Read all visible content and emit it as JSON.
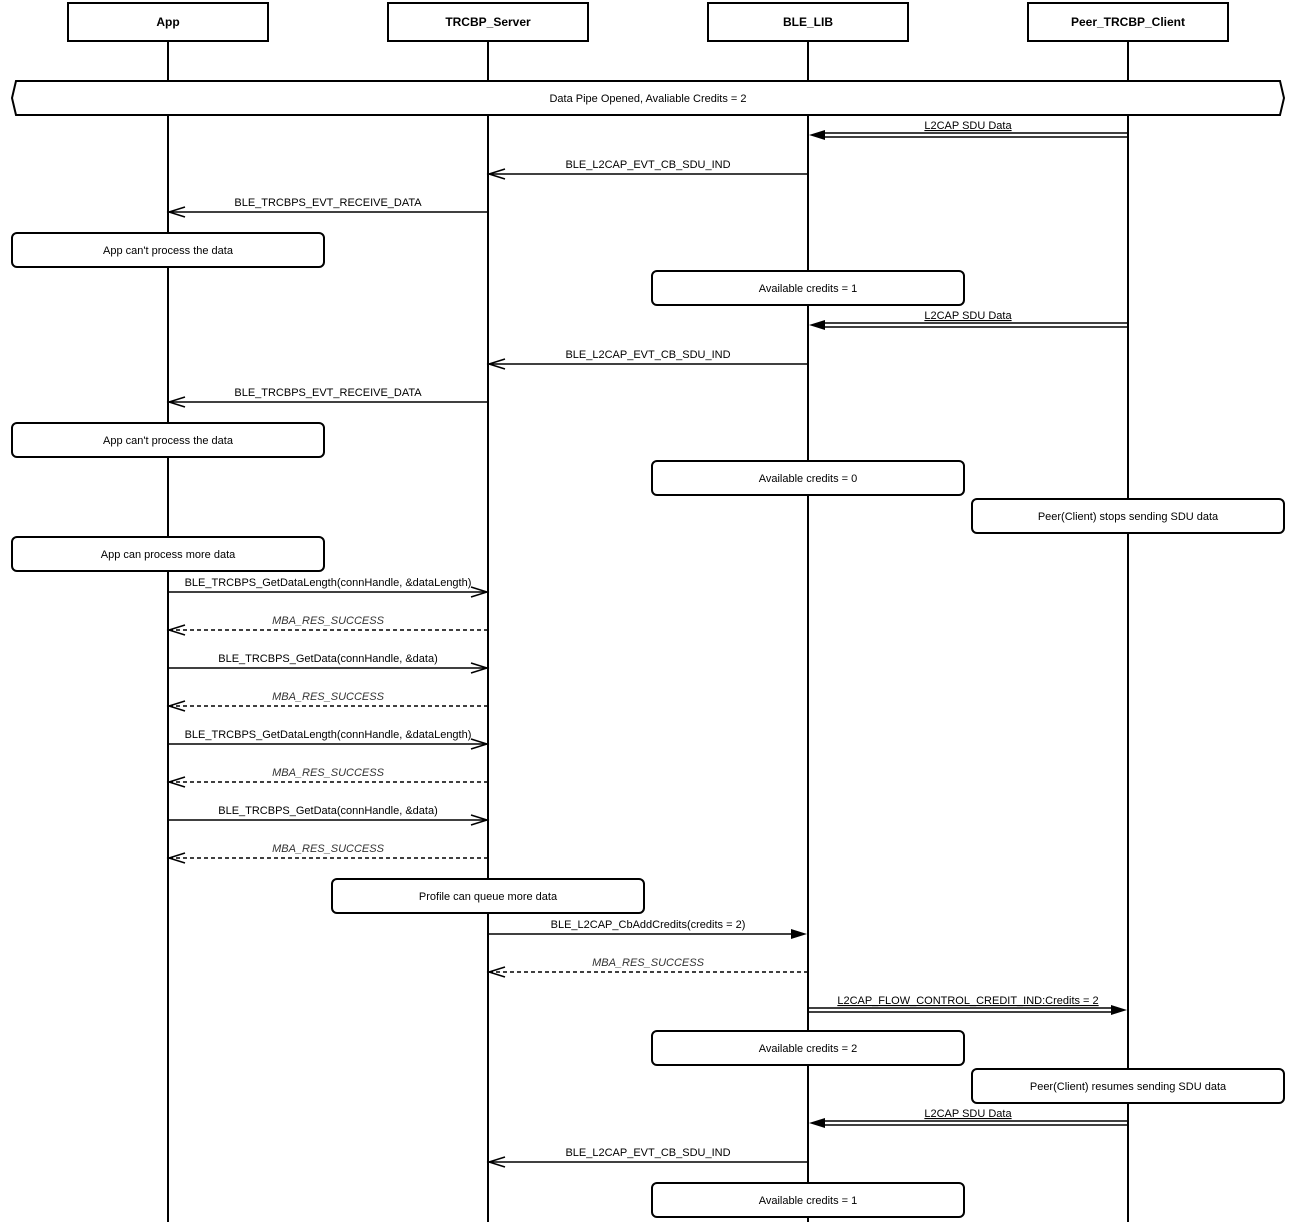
{
  "participants": [
    "App",
    "TRCBP_Server",
    "BLE_LIB",
    "Peer_TRCBP_Client"
  ],
  "banner": "Data Pipe Opened, Avaliable Credits = 2",
  "steps": [
    {
      "kind": "msg",
      "from": 3,
      "to": 2,
      "style": "double",
      "label": "L2CAP SDU Data"
    },
    {
      "kind": "msg",
      "from": 2,
      "to": 1,
      "style": "open",
      "label": "BLE_L2CAP_EVT_CB_SDU_IND"
    },
    {
      "kind": "msg",
      "from": 1,
      "to": 0,
      "style": "open",
      "label": "BLE_TRCBPS_EVT_RECEIVE_DATA"
    },
    {
      "kind": "note",
      "on": 0,
      "label": "App can't process the data"
    },
    {
      "kind": "note",
      "on": 2,
      "label": "Available credits = 1"
    },
    {
      "kind": "msg",
      "from": 3,
      "to": 2,
      "style": "double",
      "label": "L2CAP SDU Data"
    },
    {
      "kind": "msg",
      "from": 2,
      "to": 1,
      "style": "open",
      "label": "BLE_L2CAP_EVT_CB_SDU_IND"
    },
    {
      "kind": "msg",
      "from": 1,
      "to": 0,
      "style": "open",
      "label": "BLE_TRCBPS_EVT_RECEIVE_DATA"
    },
    {
      "kind": "note",
      "on": 0,
      "label": "App can't process the data"
    },
    {
      "kind": "note",
      "on": 2,
      "label": "Available credits = 0"
    },
    {
      "kind": "note",
      "on": 3,
      "label": "Peer(Client) stops sending SDU data"
    },
    {
      "kind": "note",
      "on": 0,
      "label": "App can process more data"
    },
    {
      "kind": "msg",
      "from": 0,
      "to": 1,
      "style": "open",
      "label": "BLE_TRCBPS_GetDataLength(connHandle, &dataLength)"
    },
    {
      "kind": "msg",
      "from": 1,
      "to": 0,
      "style": "dashed",
      "label": "MBA_RES_SUCCESS"
    },
    {
      "kind": "msg",
      "from": 0,
      "to": 1,
      "style": "open",
      "label": "BLE_TRCBPS_GetData(connHandle, &data)"
    },
    {
      "kind": "msg",
      "from": 1,
      "to": 0,
      "style": "dashed",
      "label": "MBA_RES_SUCCESS"
    },
    {
      "kind": "msg",
      "from": 0,
      "to": 1,
      "style": "open",
      "label": "BLE_TRCBPS_GetDataLength(connHandle, &dataLength)"
    },
    {
      "kind": "msg",
      "from": 1,
      "to": 0,
      "style": "dashed",
      "label": "MBA_RES_SUCCESS"
    },
    {
      "kind": "msg",
      "from": 0,
      "to": 1,
      "style": "open",
      "label": "BLE_TRCBPS_GetData(connHandle, &data)"
    },
    {
      "kind": "msg",
      "from": 1,
      "to": 0,
      "style": "dashed",
      "label": "MBA_RES_SUCCESS"
    },
    {
      "kind": "note",
      "on": 1,
      "label": "Profile can queue more data"
    },
    {
      "kind": "msg",
      "from": 1,
      "to": 2,
      "style": "filled",
      "label": "BLE_L2CAP_CbAddCredits(credits = 2)"
    },
    {
      "kind": "msg",
      "from": 2,
      "to": 1,
      "style": "dashed",
      "label": "MBA_RES_SUCCESS"
    },
    {
      "kind": "msg",
      "from": 2,
      "to": 3,
      "style": "double",
      "label": "L2CAP_FLOW_CONTROL_CREDIT_IND:Credits = 2"
    },
    {
      "kind": "note",
      "on": 2,
      "label": "Available credits = 2"
    },
    {
      "kind": "note",
      "on": 3,
      "label": "Peer(Client) resumes sending SDU data"
    },
    {
      "kind": "msg",
      "from": 3,
      "to": 2,
      "style": "double",
      "label": "L2CAP SDU Data"
    },
    {
      "kind": "msg",
      "from": 2,
      "to": 1,
      "style": "open",
      "label": "BLE_L2CAP_EVT_CB_SDU_IND"
    },
    {
      "kind": "note",
      "on": 2,
      "label": "Available credits = 1"
    }
  ]
}
